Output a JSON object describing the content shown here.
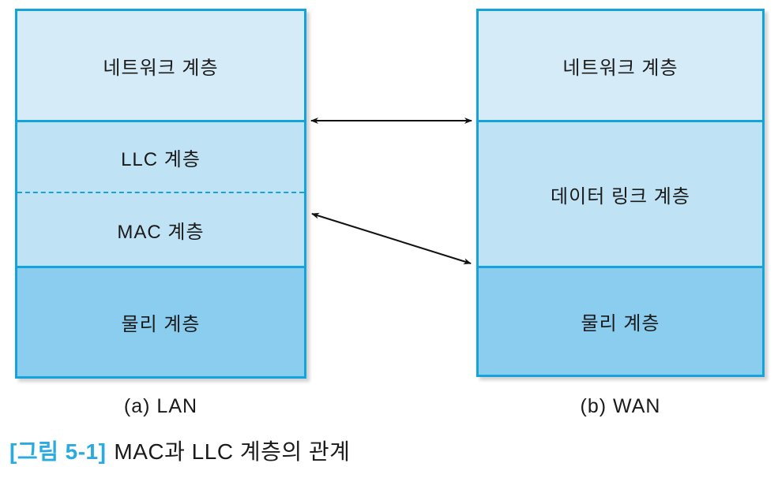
{
  "diagram": {
    "lan": {
      "label": "(a) LAN",
      "layers": {
        "network": "네트워크 계층",
        "llc": "LLC 계층",
        "mac": "MAC 계층",
        "physical": "물리 계층"
      }
    },
    "wan": {
      "label": "(b) WAN",
      "layers": {
        "network": "네트워크 계층",
        "datalink": "데이터 링크 계층",
        "physical": "물리 계층"
      }
    },
    "caption": {
      "tag": "[그림 5-1]",
      "title": "MAC과 LLC 계층의 관계"
    },
    "arrows": [
      {
        "name": "network-boundary-arrow",
        "from": "LAN network/LLC boundary",
        "to": "WAN network/data-link boundary",
        "style": "double-headed horizontal"
      },
      {
        "name": "mac-datalink-arrow",
        "from": "LAN MAC layer",
        "to": "WAN data-link/physical boundary",
        "style": "double-headed diagonal"
      }
    ],
    "colors": {
      "box_border": "#14a3da",
      "layer_light": "#d5ecf8",
      "layer_medium": "#bfe2f5",
      "layer_dark": "#8bcdef",
      "caption_tag": "#29abe2",
      "arrow": "#111111",
      "text": "#1a1a1a"
    }
  }
}
